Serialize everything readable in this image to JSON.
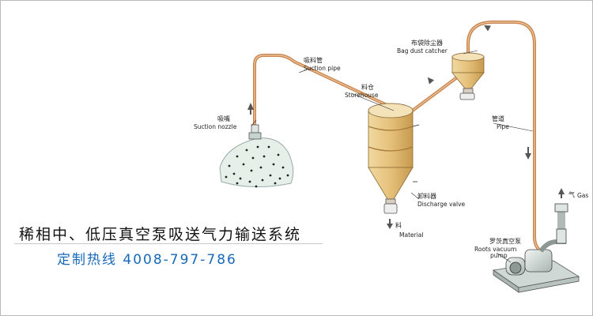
{
  "labels": {
    "suction_nozzle_cn": "吸嘴",
    "suction_nozzle_en": "Suction nozzle",
    "suction_pipe_cn": "吸料管",
    "suction_pipe_en": "Suction pipe",
    "storehouse_cn": "料仓",
    "storehouse_en": "Storehouse",
    "bag_dust_catcher_cn": "布袋除尘器",
    "bag_dust_catcher_en": "Bag dust catcher",
    "pipe_cn": "管道",
    "pipe_en": "Pipe",
    "gas_cn": "气",
    "gas_en": "Gas",
    "discharge_valve_cn": "卸料器",
    "discharge_valve_en": "Discharge valve",
    "material_cn": "料",
    "material_en": "Material",
    "roots_pump_cn": "罗茨真空泵",
    "roots_pump_en_1": "Roots vacuum",
    "roots_pump_en_2": "pump"
  },
  "banner": {
    "title": "稀相中、低压真空泵吸送气力输送系统",
    "hotline": "定制热线 4008-797-786"
  },
  "colors": {
    "pipe": "#c8844c",
    "vessel": "#e2bc72",
    "hotline": "#1769b8"
  }
}
